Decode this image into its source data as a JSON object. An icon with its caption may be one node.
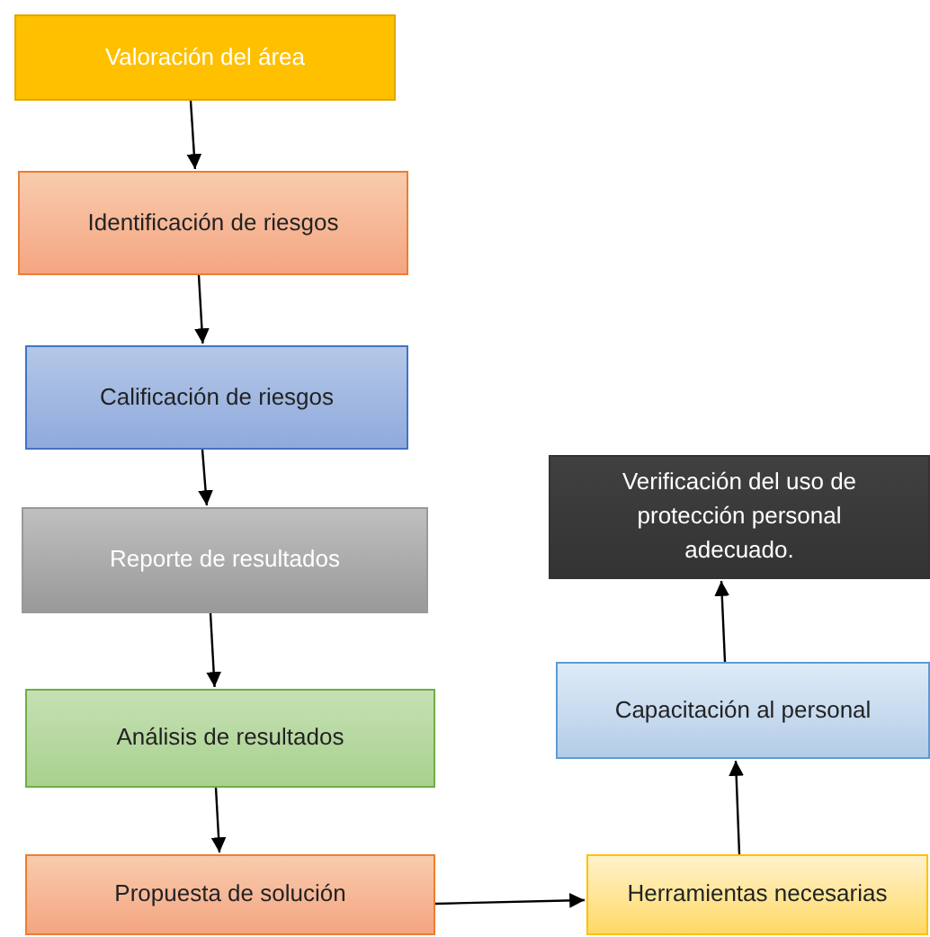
{
  "diagram": {
    "nodes": [
      {
        "text": [
          "Valoración del área"
        ]
      },
      {
        "text": [
          "Identificación de riesgos"
        ]
      },
      {
        "text": [
          "Calificación de riesgos"
        ]
      },
      {
        "text": [
          "Reporte de resultados"
        ]
      },
      {
        "text": [
          "Análisis de resultados"
        ]
      },
      {
        "text": [
          "Propuesta de solución"
        ]
      },
      {
        "text": [
          "Herramientas necesarias"
        ]
      },
      {
        "text": [
          "Capacitación al personal"
        ]
      },
      {
        "text": [
          "Verificación del uso de protección personal adecuado."
        ]
      }
    ],
    "edges": [
      {
        "from": 0,
        "to": 1,
        "arrow": "to"
      },
      {
        "from": 1,
        "to": 2,
        "arrow": "to"
      },
      {
        "from": 2,
        "to": 3,
        "arrow": "to"
      },
      {
        "from": 3,
        "to": 4,
        "arrow": "to"
      },
      {
        "from": 4,
        "to": 5,
        "arrow": "to"
      },
      {
        "from": 5,
        "to": 6,
        "arrow": "to"
      },
      {
        "from": 6,
        "to": 7,
        "arrow": "to"
      },
      {
        "from": 7,
        "to": 8,
        "arrow": "to"
      }
    ]
  }
}
